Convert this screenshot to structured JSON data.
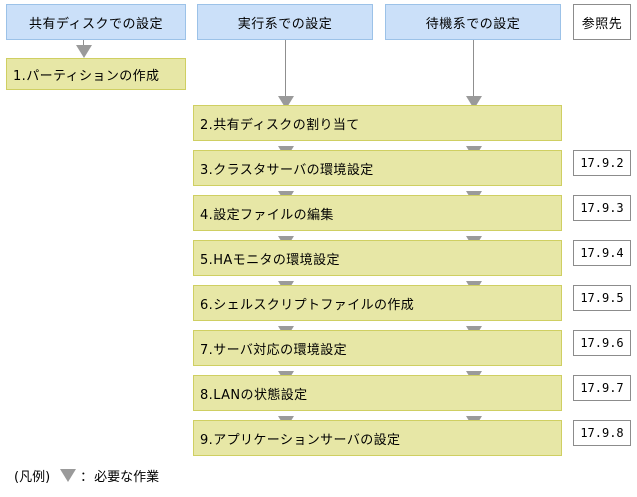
{
  "columns": [
    {
      "key": "shared",
      "label": "共有ディスクでの設定"
    },
    {
      "key": "active",
      "label": "実行系での設定"
    },
    {
      "key": "standby",
      "label": "待機系での設定"
    },
    {
      "key": "refhead",
      "label": "参照先"
    }
  ],
  "tasks": [
    {
      "num": "1",
      "label": "1.パーティションの作成",
      "column": "shared",
      "reference": ""
    },
    {
      "num": "2",
      "label": "2.共有ディスクの割り当て",
      "column": "wide",
      "reference": ""
    },
    {
      "num": "3",
      "label": "3.クラスタサーバの環境設定",
      "column": "wide",
      "reference": "17.9.2"
    },
    {
      "num": "4",
      "label": "4.設定ファイルの編集",
      "column": "wide",
      "reference": "17.9.3"
    },
    {
      "num": "5",
      "label": "5.HAモニタの環境設定",
      "column": "wide",
      "reference": "17.9.4"
    },
    {
      "num": "6",
      "label": "6.シェルスクリプトファイルの作成",
      "column": "wide",
      "reference": "17.9.5"
    },
    {
      "num": "7",
      "label": "7.サーバ対応の環境設定",
      "column": "wide",
      "reference": "17.9.6"
    },
    {
      "num": "8",
      "label": "8.LANの状態設定",
      "column": "wide",
      "reference": "17.9.7"
    },
    {
      "num": "9",
      "label": "9.アプリケーションサーバの設定",
      "column": "wide",
      "reference": "17.9.8"
    }
  ],
  "legend": {
    "prefix": "(凡例)",
    "arrow_icon": "down-triangle-icon",
    "separator": "：",
    "text": "必要な作業"
  },
  "colors": {
    "header_fill": "#cbe0f9",
    "header_border": "#9cc2e8",
    "task_fill": "#e7e7a6",
    "task_border": "#cfcf62",
    "arrow": "#9a9a9a",
    "connector": "#8f8f8f",
    "ref_border": "#8c8c8c"
  }
}
